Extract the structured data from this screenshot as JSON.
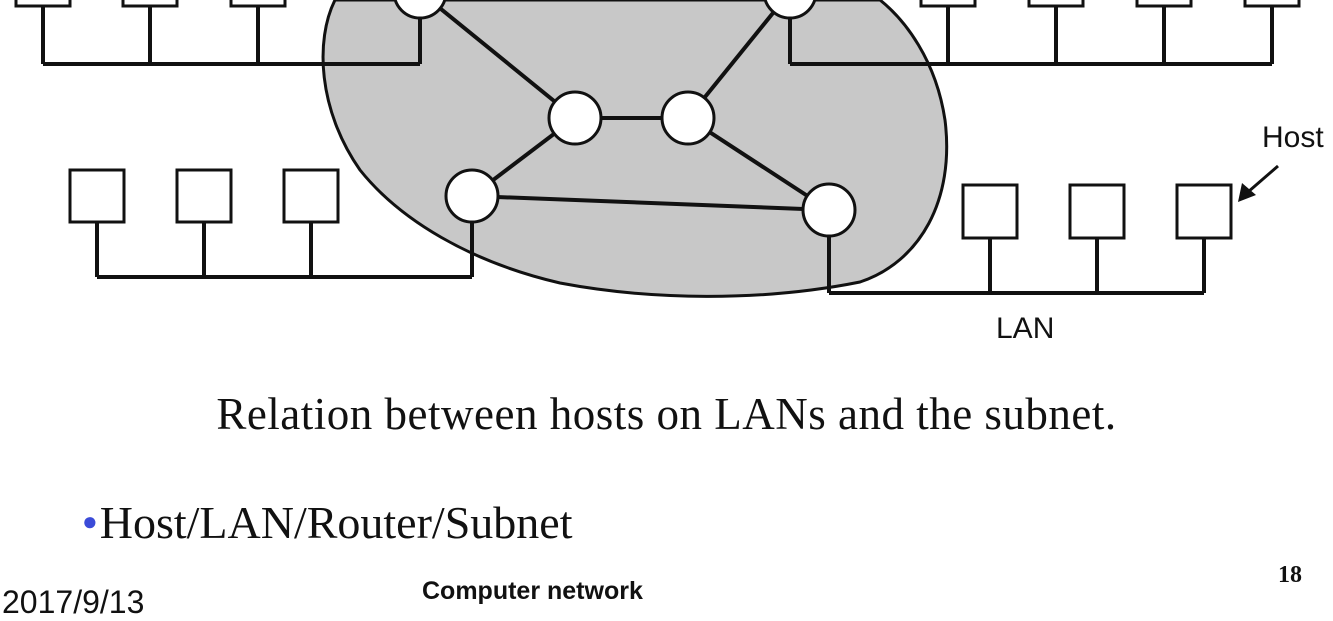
{
  "diagram": {
    "labels": {
      "host": "Host",
      "lan": "LAN"
    },
    "colors": {
      "subnet_fill": "#c8c8c8",
      "line": "#111111",
      "node_fill": "#ffffff"
    }
  },
  "caption": "Relation between hosts on LANs and the subnet.",
  "bullet": {
    "marker_color": "#3b4bd8",
    "text": "Host/LAN/Router/Subnet"
  },
  "footer": {
    "date": "2017/9/13",
    "title": "Computer network",
    "page_number": "18"
  }
}
